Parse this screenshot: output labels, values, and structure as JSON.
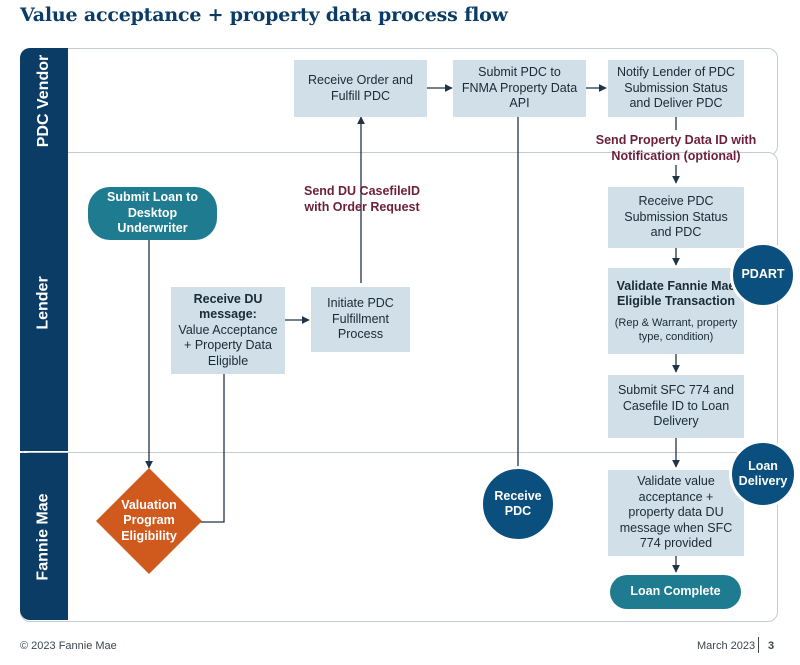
{
  "title": "Value acceptance + property data process flow",
  "lanes": {
    "pdc_vendor": "PDC Vendor",
    "lender": "Lender",
    "fannie_mae": "Fannie Mae"
  },
  "nodes": {
    "receive_order": "Receive Order and Fulfill PDC",
    "submit_pdc": "Submit PDC to FNMA Property Data API",
    "notify_lender": "Notify Lender of PDC Submission Status and Deliver PDC",
    "submit_loan": "Submit Loan to Desktop Underwriter",
    "receive_du": {
      "bold": "Receive DU message:",
      "text": "Value Acceptance + Property Data Eligible"
    },
    "initiate_pdc": "Initiate PDC Fulfillment Process",
    "receive_status": "Receive PDC Submission Status and PDC",
    "validate_txn": {
      "bold": "Validate Fannie Mae Eligible Transaction",
      "small": "(Rep & Warrant, property type, condition)"
    },
    "submit_sfc": "Submit SFC 774 and Casefile ID to Loan Delivery",
    "valuation": "Valuation Program Eligibility",
    "receive_pdc_fm": "Receive PDC",
    "validate_value": "Validate value acceptance + property data DU message when SFC 774 provided",
    "loan_complete": "Loan Complete",
    "pdart": "PDART",
    "loan_delivery": "Loan Delivery"
  },
  "edge_labels": {
    "send_du": "Send DU CasefileID with Order Request",
    "send_property": "Send Property Data ID with Notification (optional)"
  },
  "footer": {
    "copyright": "© 2023 Fannie Mae",
    "date": "March 2023",
    "page": "3"
  },
  "colors": {
    "navy": "#0b3c66",
    "box": "#d0dfe8",
    "teal": "#1e7b90",
    "diamond": "#d05a1e",
    "label": "#6b1f3a"
  }
}
